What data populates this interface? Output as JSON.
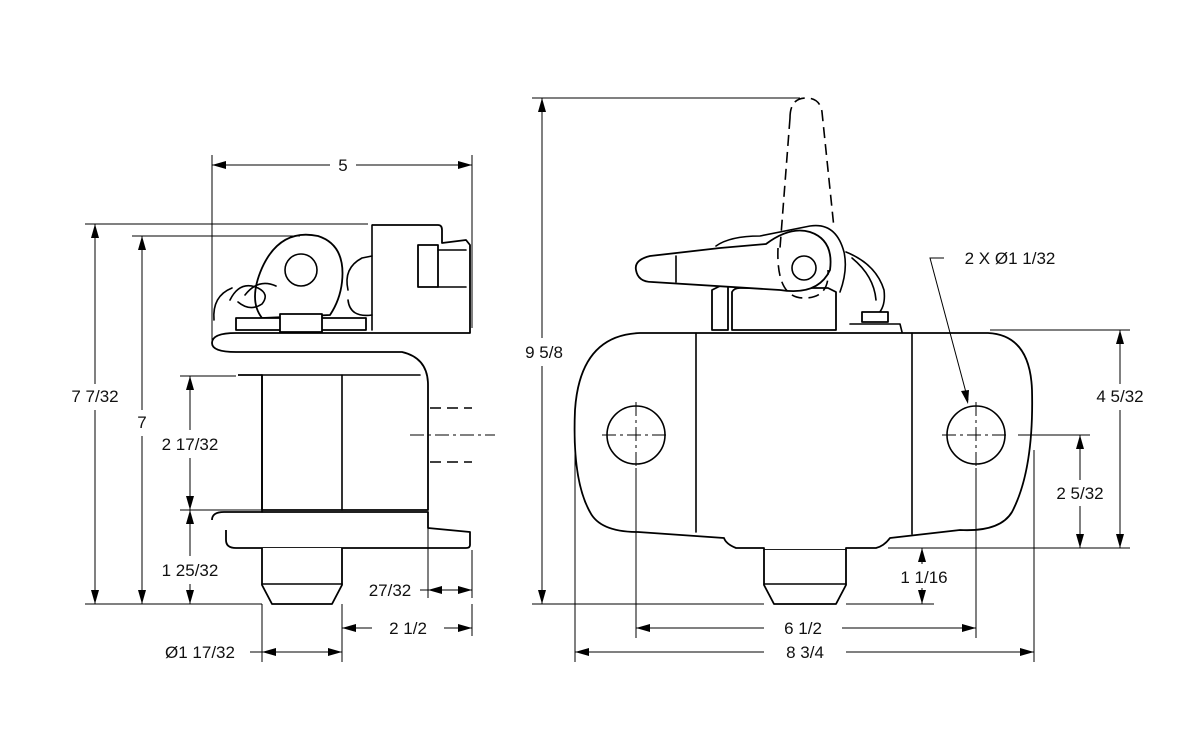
{
  "dimensions": {
    "side_width": "5",
    "side_height_total": "7 7/32",
    "side_height": "7",
    "side_opening": "2 17/32",
    "side_lower": "1 25/32",
    "side_offset": "27/32",
    "side_half": "2 1/2",
    "side_pin_dia": "Ø1 17/32",
    "front_height": "9 5/8",
    "front_holes": "2 X Ø1 1/32",
    "front_body_height": "4 5/32",
    "front_hole_height": "2 5/32",
    "front_foot": "1 1/16",
    "front_hole_spacing": "6 1/2",
    "front_width": "8 3/4"
  },
  "colors": {
    "line": "#000000",
    "background": "#ffffff"
  }
}
